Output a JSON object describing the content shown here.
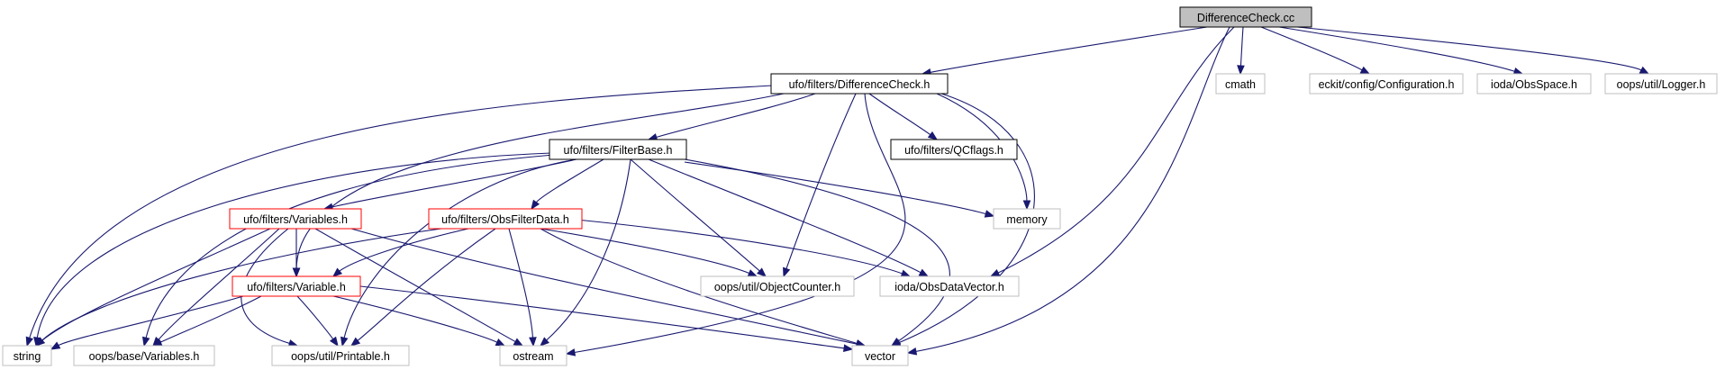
{
  "colors": {
    "edge": "#191970",
    "root_fill": "#bfbfbf",
    "root_stroke": "#000000",
    "local_stroke": "#000000",
    "truncated_stroke": "#ff0000",
    "external_stroke": "#bfbfbf",
    "external_text": "#000000",
    "background": "#ffffff"
  },
  "nodes": [
    {
      "id": "n0",
      "label": "DifferenceCheck.cc",
      "kind": "root",
      "icon": "file-node-icon"
    },
    {
      "id": "n1",
      "label": "ufo/filters/DifferenceCheck.h",
      "kind": "local",
      "icon": "file-node-icon"
    },
    {
      "id": "n2",
      "label": "cmath",
      "kind": "external",
      "icon": "file-node-icon"
    },
    {
      "id": "n3",
      "label": "eckit/config/Configuration.h",
      "kind": "external",
      "icon": "file-node-icon"
    },
    {
      "id": "n4",
      "label": "ioda/ObsSpace.h",
      "kind": "external",
      "icon": "file-node-icon"
    },
    {
      "id": "n5",
      "label": "oops/util/Logger.h",
      "kind": "external",
      "icon": "file-node-icon"
    },
    {
      "id": "n6",
      "label": "ufo/filters/FilterBase.h",
      "kind": "local",
      "icon": "file-node-icon"
    },
    {
      "id": "n7",
      "label": "ufo/filters/QCflags.h",
      "kind": "local",
      "icon": "file-node-icon"
    },
    {
      "id": "n8",
      "label": "memory",
      "kind": "external",
      "icon": "file-node-icon"
    },
    {
      "id": "n9",
      "label": "ufo/filters/Variables.h",
      "kind": "truncated",
      "icon": "file-node-icon"
    },
    {
      "id": "n10",
      "label": "ufo/filters/ObsFilterData.h",
      "kind": "truncated",
      "icon": "file-node-icon"
    },
    {
      "id": "n11",
      "label": "oops/util/ObjectCounter.h",
      "kind": "external",
      "icon": "file-node-icon"
    },
    {
      "id": "n12",
      "label": "ioda/ObsDataVector.h",
      "kind": "external",
      "icon": "file-node-icon"
    },
    {
      "id": "n13",
      "label": "ufo/filters/Variable.h",
      "kind": "truncated",
      "icon": "file-node-icon"
    },
    {
      "id": "n14",
      "label": "string",
      "kind": "external",
      "icon": "file-node-icon"
    },
    {
      "id": "n15",
      "label": "oops/base/Variables.h",
      "kind": "external",
      "icon": "file-node-icon"
    },
    {
      "id": "n16",
      "label": "oops/util/Printable.h",
      "kind": "external",
      "icon": "file-node-icon"
    },
    {
      "id": "n17",
      "label": "ostream",
      "kind": "external",
      "icon": "file-node-icon"
    },
    {
      "id": "n18",
      "label": "vector",
      "kind": "external",
      "icon": "file-node-icon"
    }
  ],
  "edges": [
    {
      "from": "n0",
      "to": "n1"
    },
    {
      "from": "n0",
      "to": "n2"
    },
    {
      "from": "n0",
      "to": "n3"
    },
    {
      "from": "n0",
      "to": "n4"
    },
    {
      "from": "n0",
      "to": "n5"
    },
    {
      "from": "n0",
      "to": "n12"
    },
    {
      "from": "n0",
      "to": "n18"
    },
    {
      "from": "n1",
      "to": "n6"
    },
    {
      "from": "n1",
      "to": "n7"
    },
    {
      "from": "n1",
      "to": "n8"
    },
    {
      "from": "n1",
      "to": "n14"
    },
    {
      "from": "n1",
      "to": "n13"
    },
    {
      "from": "n1",
      "to": "n11"
    },
    {
      "from": "n1",
      "to": "n17"
    },
    {
      "from": "n1",
      "to": "n18"
    },
    {
      "from": "n6",
      "to": "n9"
    },
    {
      "from": "n6",
      "to": "n10"
    },
    {
      "from": "n6",
      "to": "n11"
    },
    {
      "from": "n6",
      "to": "n12"
    },
    {
      "from": "n6",
      "to": "n8"
    },
    {
      "from": "n6",
      "to": "n14"
    },
    {
      "from": "n6",
      "to": "n15"
    },
    {
      "from": "n6",
      "to": "n16"
    },
    {
      "from": "n6",
      "to": "n17"
    },
    {
      "from": "n6",
      "to": "n18"
    },
    {
      "from": "n9",
      "to": "n13"
    },
    {
      "from": "n9",
      "to": "n14"
    },
    {
      "from": "n9",
      "to": "n15"
    },
    {
      "from": "n9",
      "to": "n16"
    },
    {
      "from": "n9",
      "to": "n17"
    },
    {
      "from": "n9",
      "to": "n18"
    },
    {
      "from": "n10",
      "to": "n13"
    },
    {
      "from": "n10",
      "to": "n11"
    },
    {
      "from": "n10",
      "to": "n12"
    },
    {
      "from": "n10",
      "to": "n14"
    },
    {
      "from": "n10",
      "to": "n16"
    },
    {
      "from": "n10",
      "to": "n17"
    },
    {
      "from": "n10",
      "to": "n18"
    },
    {
      "from": "n13",
      "to": "n14"
    },
    {
      "from": "n13",
      "to": "n15"
    },
    {
      "from": "n13",
      "to": "n16"
    },
    {
      "from": "n13",
      "to": "n17"
    },
    {
      "from": "n13",
      "to": "n18"
    }
  ]
}
